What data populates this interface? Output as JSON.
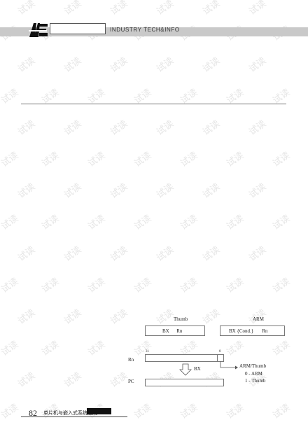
{
  "header": {
    "title": "INDUSTRY TECH&INFO",
    "logo_icon": "magazine-logo-icon",
    "band_color": "#c9c9c9"
  },
  "watermark": {
    "text": "试读",
    "color": "#e6e6e6"
  },
  "figure": {
    "thumb_label": "Thumb",
    "arm_label": "ARM",
    "thumb_instr": "BX      Rn",
    "arm_instr": "BX {Cond.}       Rn",
    "rn_label": "Rn",
    "pc_label": "PC",
    "bit31": "31",
    "bit0": "0",
    "bx_label": "BX",
    "mode_title": "ARM/Thumb",
    "mode_arm": "0 - ARM",
    "mode_thumb": "1 - Thumb"
  },
  "footer": {
    "page_number": "82",
    "text": "单片机与嵌入式系统应用"
  }
}
